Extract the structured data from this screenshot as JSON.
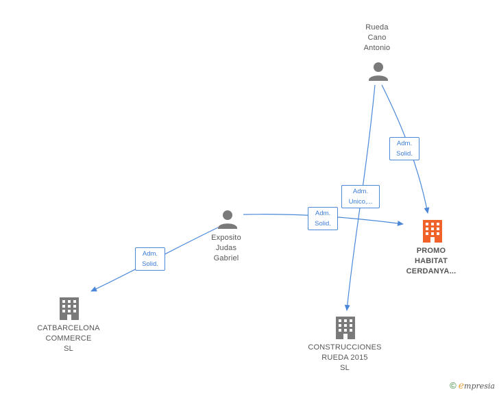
{
  "nodes": {
    "rueda": {
      "name": "Rueda\nCano\nAntonio",
      "kind": "person"
    },
    "exposito": {
      "name": "Exposito\nJudas\nGabriel",
      "kind": "person"
    },
    "promo": {
      "name": "PROMO\nHABITAT\nCERDANYA...",
      "kind": "company-highlight"
    },
    "catbarcelona": {
      "name": "CATBARCELONA\nCOMMERCE\nSL",
      "kind": "company"
    },
    "construcciones": {
      "name": "CONSTRUCCIONES\nRUEDA 2015\nSL",
      "kind": "company"
    }
  },
  "edges": [
    {
      "from": "rueda",
      "to": "promo",
      "label": [
        "Adm.",
        "Solid."
      ]
    },
    {
      "from": "rueda",
      "to": "construcciones",
      "label": [
        "Adm.",
        "Unico,..."
      ]
    },
    {
      "from": "exposito",
      "to": "promo",
      "label": [
        "Adm.",
        "Solid."
      ]
    },
    {
      "from": "exposito",
      "to": "catbarcelona",
      "label": [
        "Adm.",
        "Solid."
      ]
    }
  ],
  "colors": {
    "edge": "#4a87d8",
    "person": "#7a7a7a",
    "company": "#7a7a7a",
    "highlight": "#f0622a"
  },
  "footer": {
    "copyright": "©",
    "brand_initial": "e",
    "brand_rest": "mpresia"
  }
}
